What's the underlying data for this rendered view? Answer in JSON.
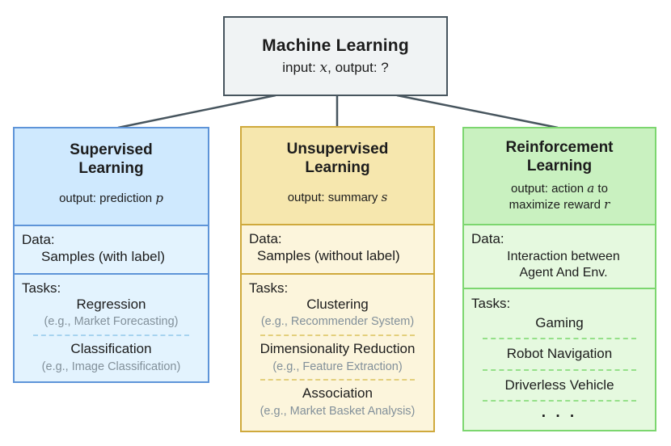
{
  "root": {
    "title": "Machine Learning",
    "subtitle": {
      "prefix": "input: ",
      "var": "x",
      "suffix": ", output: ?"
    }
  },
  "colors": {
    "root_border": "#47555e",
    "root_bg": "#f0f3f4",
    "connector": "#47555e",
    "example_text": "#82909a",
    "blue": {
      "border": "#5e94d8",
      "header_bg": "#cfe9fe",
      "body_bg": "#e3f3fe",
      "dash": "#a6d3ef"
    },
    "yellow": {
      "border": "#cfa93c",
      "header_bg": "#f6e7ae",
      "body_bg": "#fcf5dc",
      "dash": "#e3cf7c"
    },
    "green": {
      "border": "#7cd66f",
      "header_bg": "#c9f1c0",
      "body_bg": "#e5f9df",
      "dash": "#95e089"
    }
  },
  "boxes": [
    {
      "title_line1": "Supervised",
      "title_line2": "Learning",
      "output": {
        "line1": {
          "prefix": "output: prediction ",
          "var": "p",
          "suffix": ""
        }
      },
      "data": {
        "label": "Data:",
        "value": "Samples (with label)"
      },
      "tasks": {
        "label": "Tasks:",
        "items": [
          {
            "name": "Regression",
            "example": "(e.g., Market Forecasting)"
          },
          {
            "name": "Classification",
            "example": "(e.g., Image Classification)"
          }
        ]
      }
    },
    {
      "title_line1": "Unsupervised",
      "title_line2": "Learning",
      "output": {
        "line1": {
          "prefix": "output: summary ",
          "var": "s",
          "suffix": ""
        }
      },
      "data": {
        "label": "Data:",
        "value": "Samples (without label)"
      },
      "tasks": {
        "label": "Tasks:",
        "items": [
          {
            "name": "Clustering",
            "example": "(e.g., Recommender System)"
          },
          {
            "name": "Dimensionality Reduction",
            "example": "(e.g., Feature Extraction)"
          },
          {
            "name": "Association",
            "example": "(e.g., Market Basket Analysis)"
          }
        ]
      }
    },
    {
      "title_line1": "Reinforcement",
      "title_line2": "Learning",
      "output": {
        "line1": {
          "prefix": "output: action ",
          "var": "a",
          "suffix": " to"
        },
        "line2": {
          "prefix": "maximize reward ",
          "var": "r",
          "suffix": ""
        }
      },
      "data": {
        "label": "Data:",
        "value_line1": "Interaction between",
        "value_line2": "Agent And Env."
      },
      "tasks": {
        "label": "Tasks:",
        "items": [
          {
            "name": "Gaming"
          },
          {
            "name": "Robot Navigation"
          },
          {
            "name": "Driverless Vehicle"
          },
          {
            "name": "· · ·"
          }
        ]
      }
    }
  ]
}
